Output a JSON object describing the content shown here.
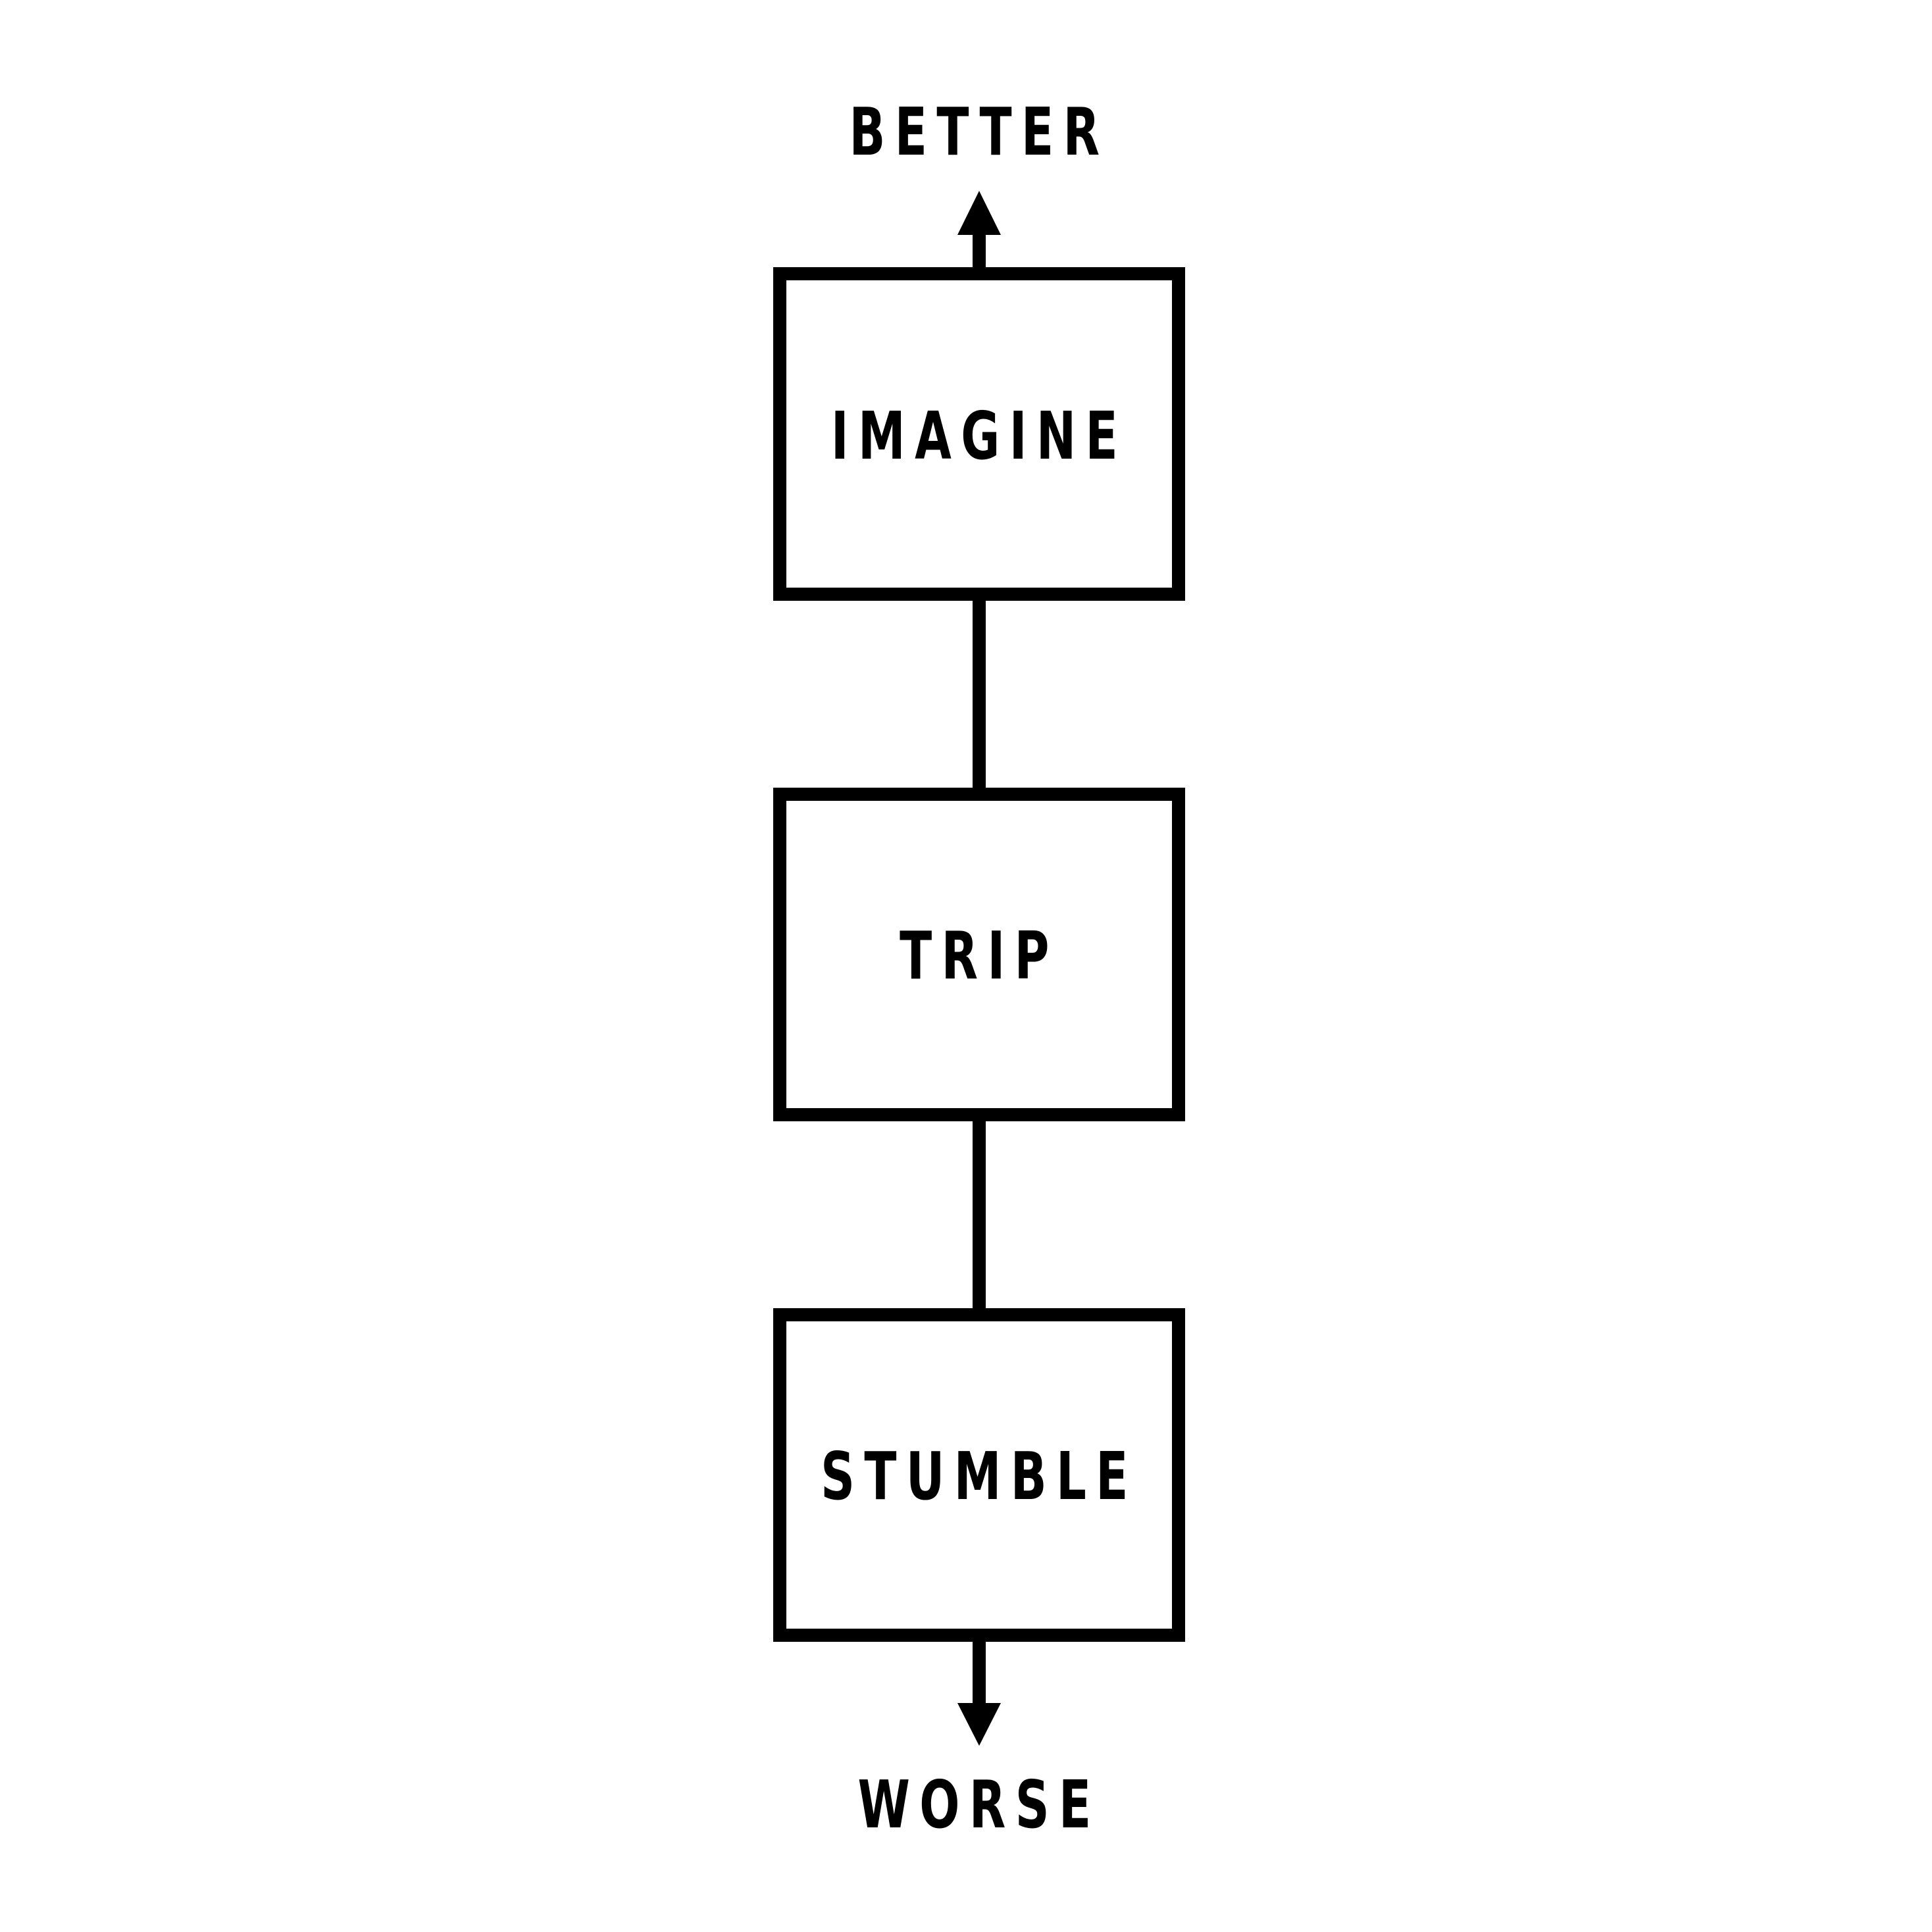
{
  "diagram": {
    "top_label": "BETTER",
    "bottom_label": "WORSE",
    "boxes": [
      {
        "label": "IMAGINE"
      },
      {
        "label": "TRIP"
      },
      {
        "label": "STUMBLE"
      }
    ]
  },
  "colors": {
    "line": "#000000",
    "background": "#ffffff",
    "text": "#000000"
  }
}
